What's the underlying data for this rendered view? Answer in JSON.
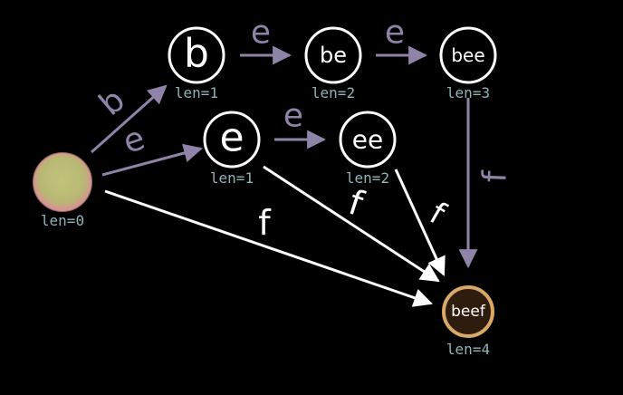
{
  "colors": {
    "background": "#000000",
    "node_stroke": "#ffffff",
    "purple_edge": "#8f83a8",
    "white_edge": "#ffffff",
    "len_label": "#8fb3b8",
    "start_node_fill": "#b8b873",
    "start_node_glow": "#d98f96",
    "final_node_fill": "#2e1c0e",
    "final_node_stroke": "#d9a766"
  },
  "nodes": [
    {
      "id": "root",
      "label": "",
      "len": "len=0"
    },
    {
      "id": "b",
      "label": "b",
      "len": "len=1"
    },
    {
      "id": "be",
      "label": "be",
      "len": "len=2"
    },
    {
      "id": "bee",
      "label": "bee",
      "len": "len=3"
    },
    {
      "id": "e",
      "label": "e",
      "len": "len=1"
    },
    {
      "id": "ee",
      "label": "ee",
      "len": "len=2"
    },
    {
      "id": "beef",
      "label": "beef",
      "len": "len=4"
    }
  ],
  "edges": [
    {
      "from": "root",
      "to": "b",
      "label": "b",
      "color": "purple"
    },
    {
      "from": "root",
      "to": "e",
      "label": "e",
      "color": "purple"
    },
    {
      "from": "b",
      "to": "be",
      "label": "e",
      "color": "purple"
    },
    {
      "from": "be",
      "to": "bee",
      "label": "e",
      "color": "purple"
    },
    {
      "from": "e",
      "to": "ee",
      "label": "e",
      "color": "purple"
    },
    {
      "from": "bee",
      "to": "beef",
      "label": "f",
      "color": "purple"
    },
    {
      "from": "root",
      "to": "beef",
      "label": "f",
      "color": "white"
    },
    {
      "from": "e",
      "to": "beef",
      "label": "f",
      "color": "white"
    },
    {
      "from": "ee",
      "to": "beef",
      "label": "f",
      "color": "white"
    }
  ]
}
